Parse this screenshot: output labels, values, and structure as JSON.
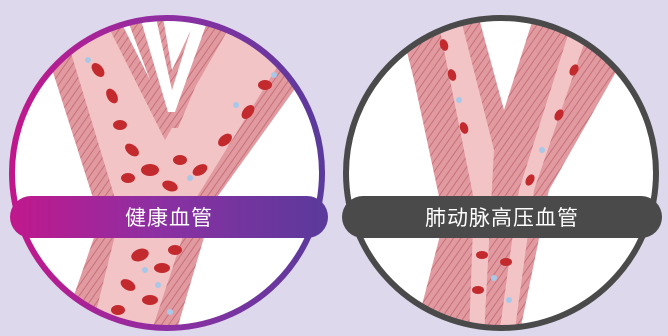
{
  "panels": [
    {
      "label": "健康血管",
      "ring_colors": [
        "#c0188c",
        "#5a3a9c"
      ],
      "state": "healthy"
    },
    {
      "label": "肺动脉高压血管",
      "ring_colors": [
        "#4a4a4a"
      ],
      "state": "pulmonary-hypertension"
    }
  ],
  "colors": {
    "background": "#ddd8ec",
    "vessel_wall": "#e8a0a4",
    "wall_texture": "#c8707a",
    "blood_cell": "#c22a2e",
    "platelet": "#a8c8e8"
  },
  "icons": {
    "healthy_vessel": "healthy-vessel-illustration",
    "narrowed_vessel": "narrowed-vessel-illustration"
  }
}
